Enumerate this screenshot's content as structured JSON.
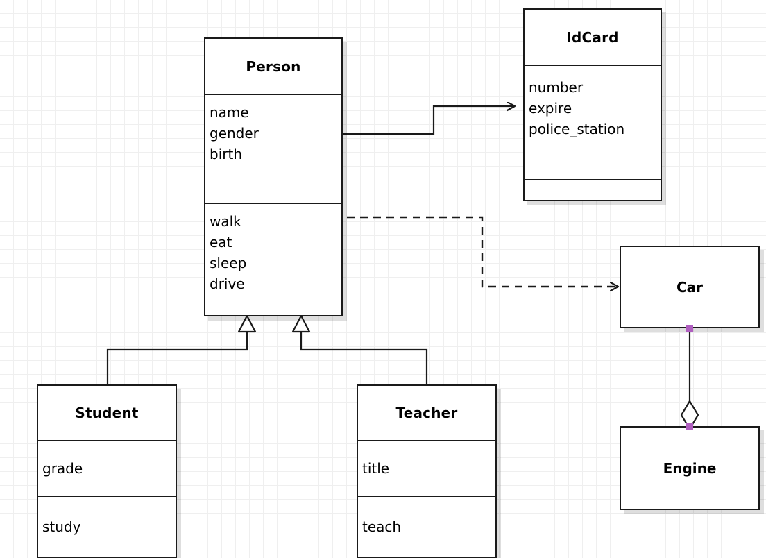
{
  "diagram": {
    "type": "uml-class-diagram",
    "background": "#ffffff",
    "grid_color": "#efefef",
    "line_color": "#1a1a1a",
    "handle_color": "#b05ec0"
  },
  "classes": {
    "person": {
      "name": "Person",
      "attributes": [
        "name",
        "gender",
        "birth"
      ],
      "methods": [
        "walk",
        "eat",
        "sleep",
        "drive"
      ]
    },
    "idcard": {
      "name": "IdCard",
      "attributes": [
        "number",
        "expire",
        "police_station"
      ],
      "methods": []
    },
    "student": {
      "name": "Student",
      "attributes": [
        "grade"
      ],
      "methods": [
        "study"
      ]
    },
    "teacher": {
      "name": "Teacher",
      "attributes": [
        "title"
      ],
      "methods": [
        "teach"
      ]
    },
    "car": {
      "name": "Car"
    },
    "engine": {
      "name": "Engine"
    }
  },
  "relationships": [
    {
      "id": "person-idcard",
      "kind": "association",
      "from": "Person",
      "to": "IdCard",
      "style": "solid",
      "arrow": "open"
    },
    {
      "id": "person-car",
      "kind": "dependency",
      "from": "Person",
      "to": "Car",
      "style": "dashed",
      "arrow": "open"
    },
    {
      "id": "student-person",
      "kind": "generalization",
      "from": "Student",
      "to": "Person",
      "style": "solid",
      "arrow": "hollow-triangle"
    },
    {
      "id": "teacher-person",
      "kind": "generalization",
      "from": "Teacher",
      "to": "Person",
      "style": "solid",
      "arrow": "hollow-triangle"
    },
    {
      "id": "car-engine",
      "kind": "aggregation",
      "from": "Car",
      "to": "Engine",
      "style": "solid",
      "arrow": "hollow-diamond"
    }
  ]
}
